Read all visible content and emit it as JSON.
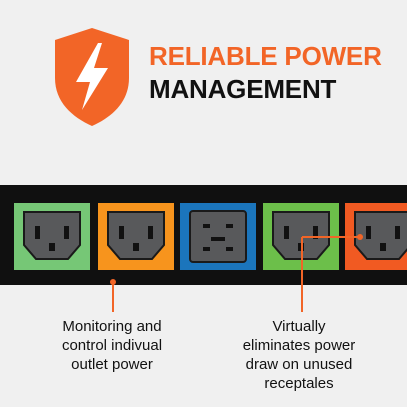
{
  "header": {
    "title_line_1": "RELIABLE POWER",
    "title_line_2": "MANAGEMENT",
    "icon": "lightning-shield-icon"
  },
  "colors": {
    "accent": "#f26527",
    "background": "#f0f0f0",
    "strip": "#101010",
    "outlet_face": "#58595b",
    "outlet_green": "#76c776",
    "outlet_orange": "#f7941d",
    "outlet_blue": "#1b75bc",
    "outlet_green_dark": "#6cbf4a",
    "outlet_red_orange": "#f15a22"
  },
  "outlets": [
    {
      "name": "outlet-1",
      "color": "#76c776",
      "type": "c13"
    },
    {
      "name": "outlet-2",
      "color": "#f7941d",
      "type": "c13"
    },
    {
      "name": "outlet-3",
      "color": "#1b75bc",
      "type": "c19"
    },
    {
      "name": "outlet-4",
      "color": "#6cbf4a",
      "type": "c13"
    },
    {
      "name": "outlet-5",
      "color": "#f15a22",
      "type": "c13"
    }
  ],
  "callouts": [
    {
      "lines": [
        "Monitoring and",
        "control indivual",
        "outlet power"
      ]
    },
    {
      "lines": [
        "Virtually",
        "eliminates power",
        "draw on unused",
        "receptales"
      ]
    }
  ]
}
